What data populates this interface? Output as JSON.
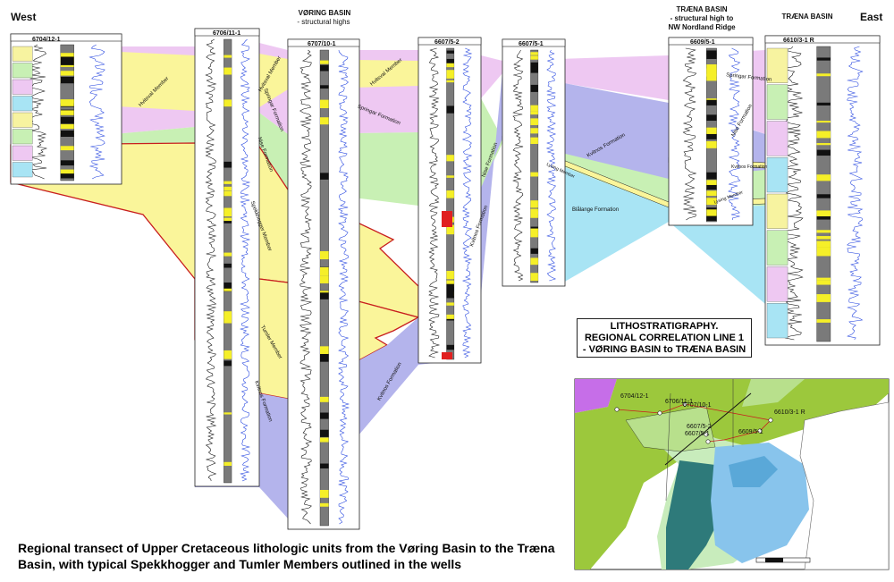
{
  "header": {
    "west": "West",
    "east": "East",
    "voring_title": "VØRING BASIN",
    "voring_sub": "- structural highs",
    "traena_high_title": "TRÆNA BASIN",
    "traena_high_sub1": "- structural high to",
    "traena_high_sub2": "NW Nordland Ridge",
    "traena_basin": "TRÆNA BASIN"
  },
  "wells": [
    {
      "id": "6704/12-1"
    },
    {
      "id": "6706/11-1"
    },
    {
      "id": "6707/10-1"
    },
    {
      "id": "6607/5-2"
    },
    {
      "id": "6607/5-1"
    },
    {
      "id": "6609/5-1"
    },
    {
      "id": "6610/3-1 R"
    }
  ],
  "units": {
    "hvitsval_1": "Hvitsval Member",
    "hvitsval_2": "Hvitsval Member",
    "hvitsval_3": "Hvitsval Member",
    "springar_1": "Springar Formation",
    "springar_2": "Springar Formation",
    "springar_3": "Springar Formation",
    "nise_1": "Nise Formation",
    "nise_2": "Nise Formation",
    "nise_3": "Nise Formation",
    "spekkhogger": "Spekkhogger Member",
    "tumler": "Tumler Member",
    "kvitnos_1": "Kvitnos Formation",
    "kvitnos_2": "Kvitnos Formation",
    "kvitnos_3": "Kvitnos Formation",
    "kvitnos_4": "Kvitnos Formation",
    "kvitnos_5": "Kvitnos Formation",
    "lysing_1": "Lysing Member",
    "lysing_2": "Lysing Member",
    "blalange": "Blålange Formation"
  },
  "title_box": {
    "line1": "LITHOSTRATIGRAPHY.",
    "line2": "REGIONAL CORRELATION LINE 1",
    "line3": "- VØRING BASIN to TRÆNA BASIN"
  },
  "map": {
    "labels": [
      "6704/12-1",
      "6706/11-1",
      "6707/10-1",
      "6607/5-2",
      "6607/5-1",
      "6609/5-1",
      "6610/3-1 R"
    ]
  },
  "caption": {
    "line1": "Regional transect of Upper Cretaceous lithologic units from the Vøring Basin to the Træna",
    "line2": "Basin, with typical Spekkhogger and Tumler Members outlined in the wells"
  },
  "colors": {
    "pink": "#eec8f2",
    "yellow": "#faf59a",
    "green": "#c8f0b4",
    "purple": "#b4b4ec",
    "cyan": "#a8e4f4",
    "red_outline": "#c81e1e",
    "log_blue": "#2848e0"
  }
}
